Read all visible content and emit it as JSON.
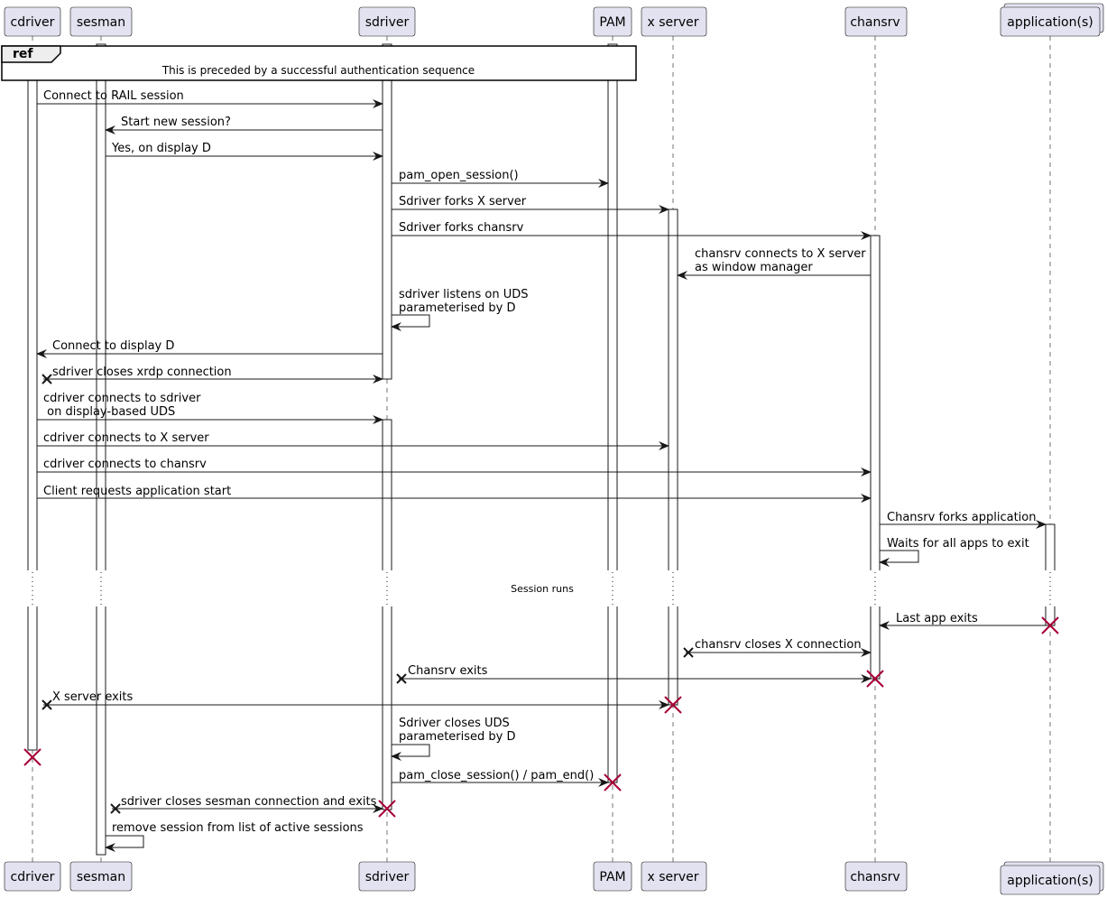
{
  "diagram": {
    "kind": "sequence",
    "participants": [
      {
        "id": "cdriver",
        "label": "cdriver"
      },
      {
        "id": "sesman",
        "label": "sesman"
      },
      {
        "id": "sdriver",
        "label": "sdriver"
      },
      {
        "id": "PAM",
        "label": "PAM"
      },
      {
        "id": "xserver",
        "label": "x server"
      },
      {
        "id": "chansrv",
        "label": "chansrv"
      },
      {
        "id": "apps",
        "label": "application(s)",
        "collection": true
      }
    ],
    "ref": {
      "tag": "ref",
      "text": "This is preceded by a successful authentication sequence"
    },
    "divider": {
      "text": "Session runs"
    },
    "messages": [
      {
        "from": "cdriver",
        "to": "sdriver",
        "lines": [
          "Connect to RAIL session"
        ]
      },
      {
        "from": "sdriver",
        "to": "sesman",
        "lines": [
          "Start new session?"
        ]
      },
      {
        "from": "sesman",
        "to": "sdriver",
        "lines": [
          "Yes, on display D"
        ]
      },
      {
        "from": "sdriver",
        "to": "PAM",
        "lines": [
          "pam_open_session()"
        ]
      },
      {
        "from": "sdriver",
        "to": "xserver",
        "lines": [
          "Sdriver forks X server"
        ]
      },
      {
        "from": "sdriver",
        "to": "chansrv",
        "lines": [
          "Sdriver forks chansrv"
        ]
      },
      {
        "from": "chansrv",
        "to": "xserver",
        "lines": [
          "chansrv connects to X server",
          "as window manager"
        ]
      },
      {
        "from": "sdriver",
        "to": "sdriver",
        "lines": [
          "sdriver listens on UDS",
          "parameterised by D"
        ]
      },
      {
        "from": "sdriver",
        "to": "cdriver",
        "lines": [
          "Connect to display D"
        ]
      },
      {
        "from": "cdriver",
        "to": "sdriver",
        "lines": [
          "sdriver closes xrdp connection"
        ],
        "cross_from": true
      },
      {
        "from": "cdriver",
        "to": "sdriver",
        "lines": [
          "cdriver connects to sdriver",
          " on display-based UDS"
        ]
      },
      {
        "from": "cdriver",
        "to": "xserver",
        "lines": [
          "cdriver connects to X server"
        ]
      },
      {
        "from": "cdriver",
        "to": "chansrv",
        "lines": [
          "cdriver connects to chansrv"
        ]
      },
      {
        "from": "cdriver",
        "to": "chansrv",
        "lines": [
          "Client requests application start"
        ]
      },
      {
        "from": "chansrv",
        "to": "apps",
        "lines": [
          "Chansrv forks application"
        ]
      },
      {
        "from": "chansrv",
        "to": "chansrv",
        "lines": [
          "Waits for all apps to exit"
        ]
      },
      {
        "from": "apps",
        "to": "chansrv",
        "lines": [
          "Last app exits"
        ],
        "destroy_from": true
      },
      {
        "from": "xserver",
        "to": "chansrv",
        "lines": [
          "chansrv closes X connection"
        ],
        "cross_from": true
      },
      {
        "from": "sdriver",
        "to": "chansrv",
        "lines": [
          "Chansrv exits"
        ],
        "cross_from": true,
        "destroy_to": true
      },
      {
        "from": "cdriver",
        "to": "xserver",
        "lines": [
          "X server exits"
        ],
        "cross_from": true,
        "destroy_to": true
      },
      {
        "from": "sdriver",
        "to": "sdriver",
        "lines": [
          "Sdriver closes UDS",
          "parameterised by D"
        ]
      },
      {
        "from": "sdriver",
        "to": "PAM",
        "lines": [
          "pam_close_session() / pam_end()"
        ],
        "destroy_to": true
      },
      {
        "from": "sesman",
        "to": "sdriver",
        "lines": [
          "sdriver closes sesman connection and exits"
        ],
        "cross_from": true,
        "destroy_to": true
      },
      {
        "from": "sesman",
        "to": "sesman",
        "lines": [
          "remove session from list of active sessions"
        ]
      }
    ]
  }
}
